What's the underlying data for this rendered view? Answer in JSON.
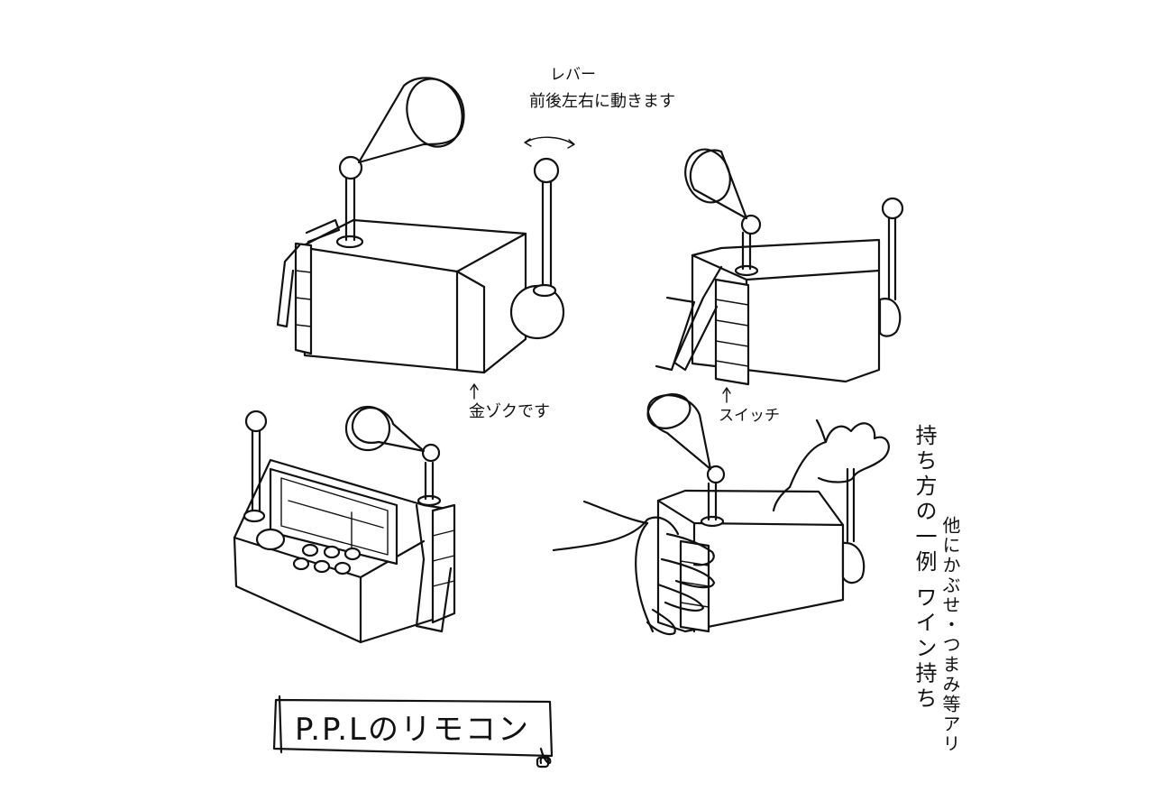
{
  "notes": {
    "lever_label": "レバー",
    "lever_desc": "前後左右に動きます",
    "body_note": "金ゾクです",
    "switch_note": "スイッチ",
    "hold_note": "持ち方の一例 ワイン持ち",
    "extra_note": "他にかぶせ・つまみ等アリ"
  },
  "title": "P.P.Lのリモコン",
  "icons": {
    "horn": "horn-speaker-icon",
    "lever": "lever-knob-icon"
  }
}
